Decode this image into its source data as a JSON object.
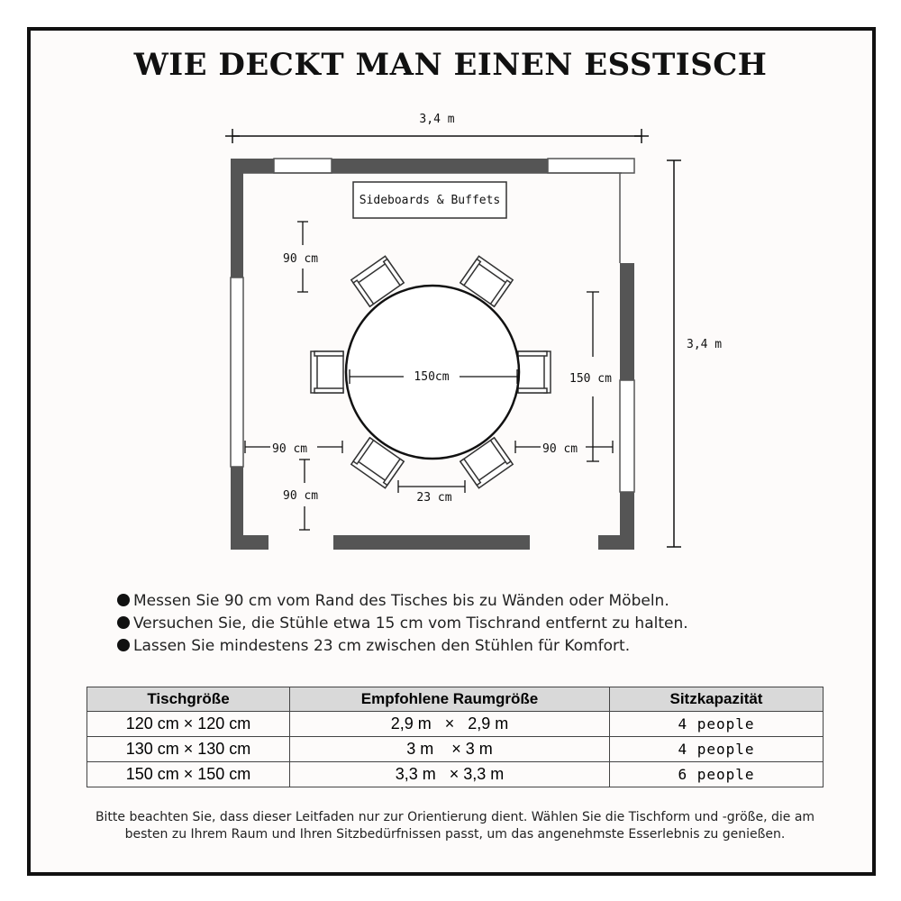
{
  "title": "WIE DECKT MAN EINEN ESSTISCH",
  "plan": {
    "width_label": "3,4 m",
    "height_label": "3,4 m",
    "sideboard_label": "Sideboards & Buffets",
    "table_diameter_label": "150cm",
    "table_height_label": "150 cm",
    "clearance_top_label": "90 cm",
    "clearance_left_label": "90 cm",
    "clearance_right_label": "90 cm",
    "clearance_bottom_label": "90 cm",
    "chair_gap_label": "23 cm"
  },
  "tips": [
    "Messen Sie 90 cm  vom Rand des Tisches bis zu Wänden oder Möbeln.",
    "Versuchen Sie, die Stühle etwa 15 cm vom Tischrand entfernt zu halten.",
    "Lassen Sie mindestens 23 cm zwischen den Stühlen für Komfort."
  ],
  "table": {
    "headers": [
      "Tischgröße",
      "Empfohlene Raumgröße",
      "Sitzkapazität"
    ],
    "rows": [
      [
        "120 cm × 120 cm",
        "2,9 m   ×   2,9 m",
        "4 people"
      ],
      [
        "130 cm × 130 cm",
        "3 m    × 3 m",
        "4 people"
      ],
      [
        "150 cm × 150 cm",
        "3,3 m   × 3,3 m",
        "6 people"
      ]
    ]
  },
  "note": "Bitte beachten Sie, dass dieser Leitfaden nur zur Orientierung dient. Wählen Sie die Tischform und -größe, die am besten zu Ihrem Raum und Ihren Sitzbedürfnissen passt, um das angenehmste Esserlebnis zu genießen.",
  "colors": {
    "wall": "#555555",
    "frame": "#111111",
    "header_bg": "#d9d9d9"
  }
}
